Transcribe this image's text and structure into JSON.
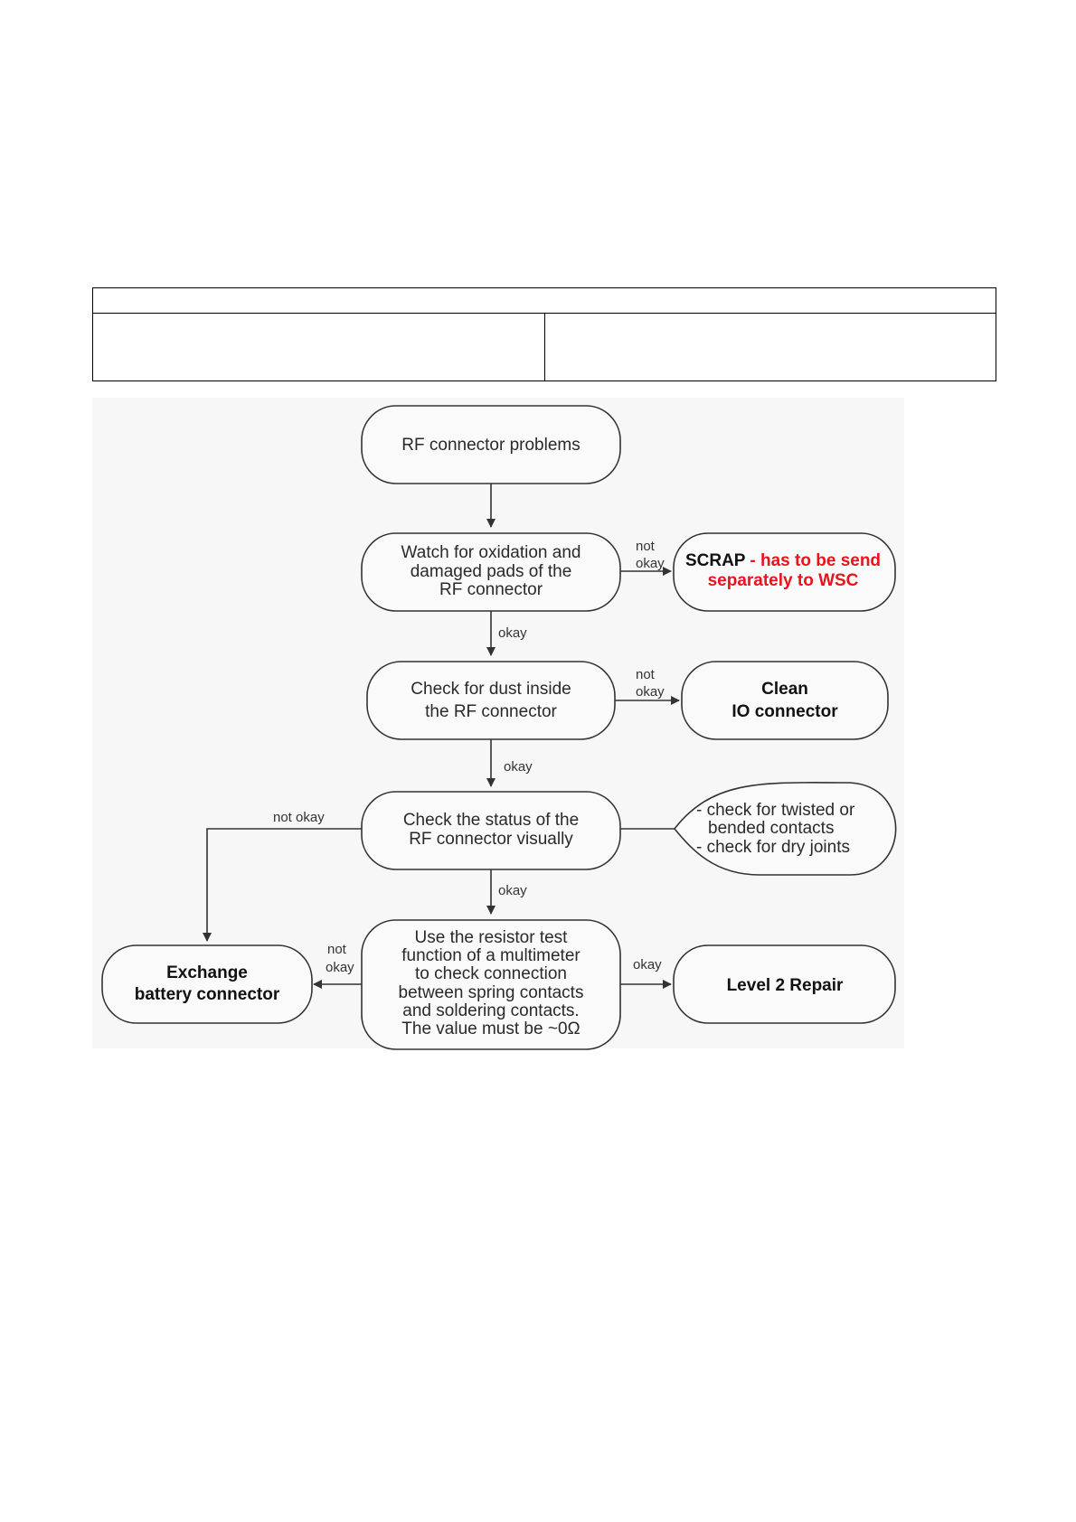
{
  "diagram": {
    "nodes": {
      "start": {
        "lines": [
          "RF connector problems"
        ]
      },
      "watch": {
        "lines": [
          "Watch for oxidation and",
          "damaged pads of the",
          "RF connector"
        ]
      },
      "scrap": {
        "bold": "SCRAP",
        "red_line1": " - has to be send",
        "red_line2": "separately to WSC"
      },
      "dust": {
        "lines": [
          "Check for dust inside",
          "the RF connector"
        ]
      },
      "clean": {
        "lines": [
          "Clean",
          "IO connector"
        ]
      },
      "status": {
        "lines": [
          "Check the status of the",
          "RF connector visually"
        ]
      },
      "note": {
        "lines": [
          "- check for twisted or",
          "bended contacts",
          "- check for dry joints"
        ]
      },
      "resistor": {
        "lines": [
          "Use the resistor test",
          "function of a multimeter",
          "to check connection",
          "between spring contacts",
          "and soldering contacts.",
          "The value must be ~0Ω"
        ]
      },
      "exchange": {
        "lines": [
          "Exchange",
          "battery connector"
        ]
      },
      "level2": {
        "lines": [
          "Level 2 Repair"
        ]
      }
    },
    "edge_labels": {
      "watch_okay": "okay",
      "watch_not": [
        "not",
        "okay"
      ],
      "dust_okay": "okay",
      "dust_not": [
        "not",
        "okay"
      ],
      "status_okay": "okay",
      "status_not": "not okay",
      "resistor_okay": "okay",
      "resistor_not": [
        "not",
        "okay"
      ]
    },
    "colors": {
      "warning": "#e8141c",
      "stroke": "#333333"
    }
  }
}
